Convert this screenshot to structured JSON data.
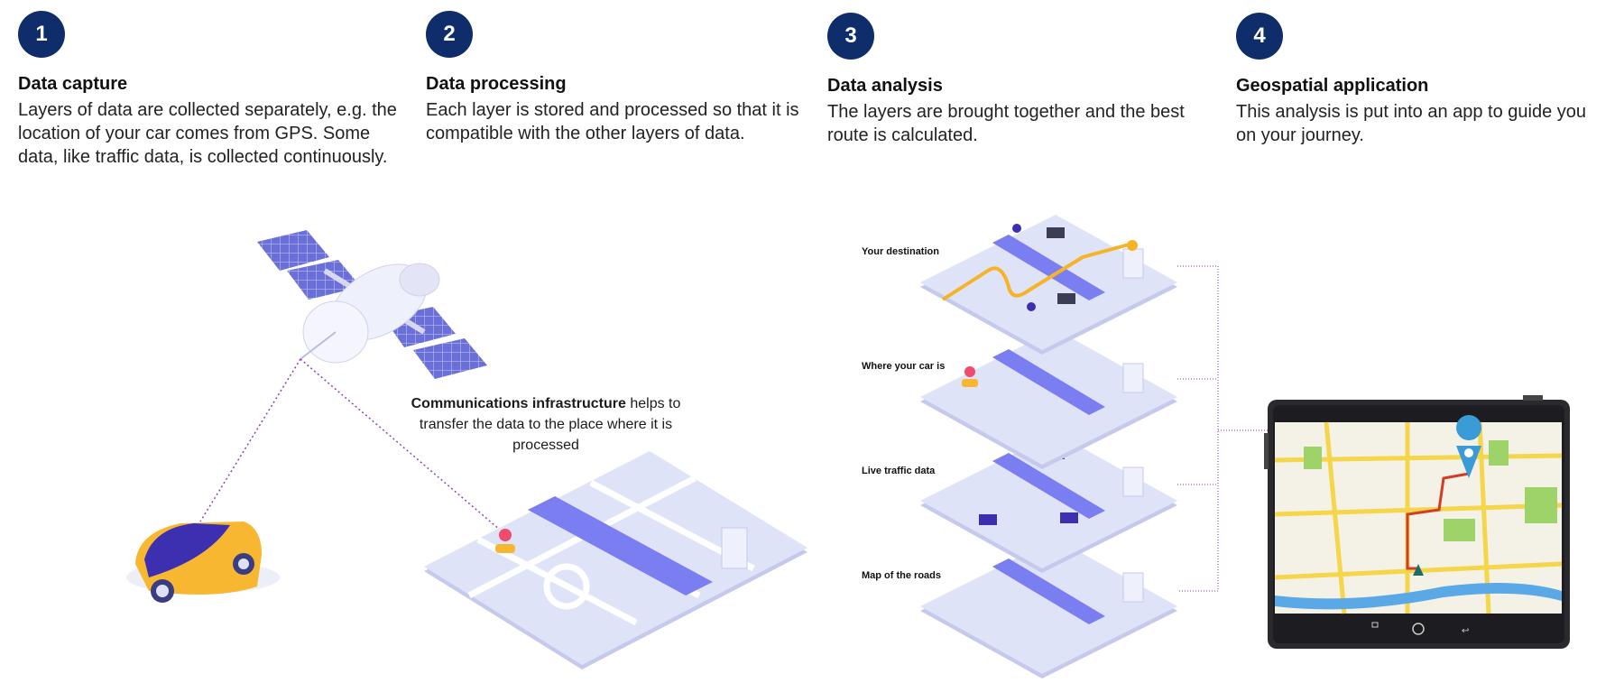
{
  "steps": [
    {
      "number": "1",
      "title": "Data capture",
      "text": "Layers of data are collected separately, e.g. the location of your car comes from GPS. Some data, like traffic data, is collected continuously."
    },
    {
      "number": "2",
      "title": "Data processing",
      "text": "Each layer is stored and processed so that it is compatible with the other layers of data."
    },
    {
      "number": "3",
      "title": "Data analysis",
      "text": "The layers are brought together and the best route is calculated."
    },
    {
      "number": "4",
      "title": "Geospatial application",
      "text": "This analysis is put into an app to guide you on your journey."
    }
  ],
  "communications": {
    "bold": "Communications infrastructure",
    "rest": " helps to transfer the data to the place where it is processed"
  },
  "layers": [
    "Your destination",
    "Where your car is",
    "Live traffic data",
    "Map of the roads"
  ],
  "icons": [
    "satellite-icon",
    "car-icon",
    "map-pin-icon",
    "tablet-icon",
    "truck-icon",
    "building-icon"
  ],
  "colors": {
    "badge": "#0f2d6b",
    "map_base": "#dfe3f7",
    "road": "#ffffff",
    "river": "#7b7ef0",
    "route": "#f5b427",
    "connector": "#9b59b6"
  }
}
